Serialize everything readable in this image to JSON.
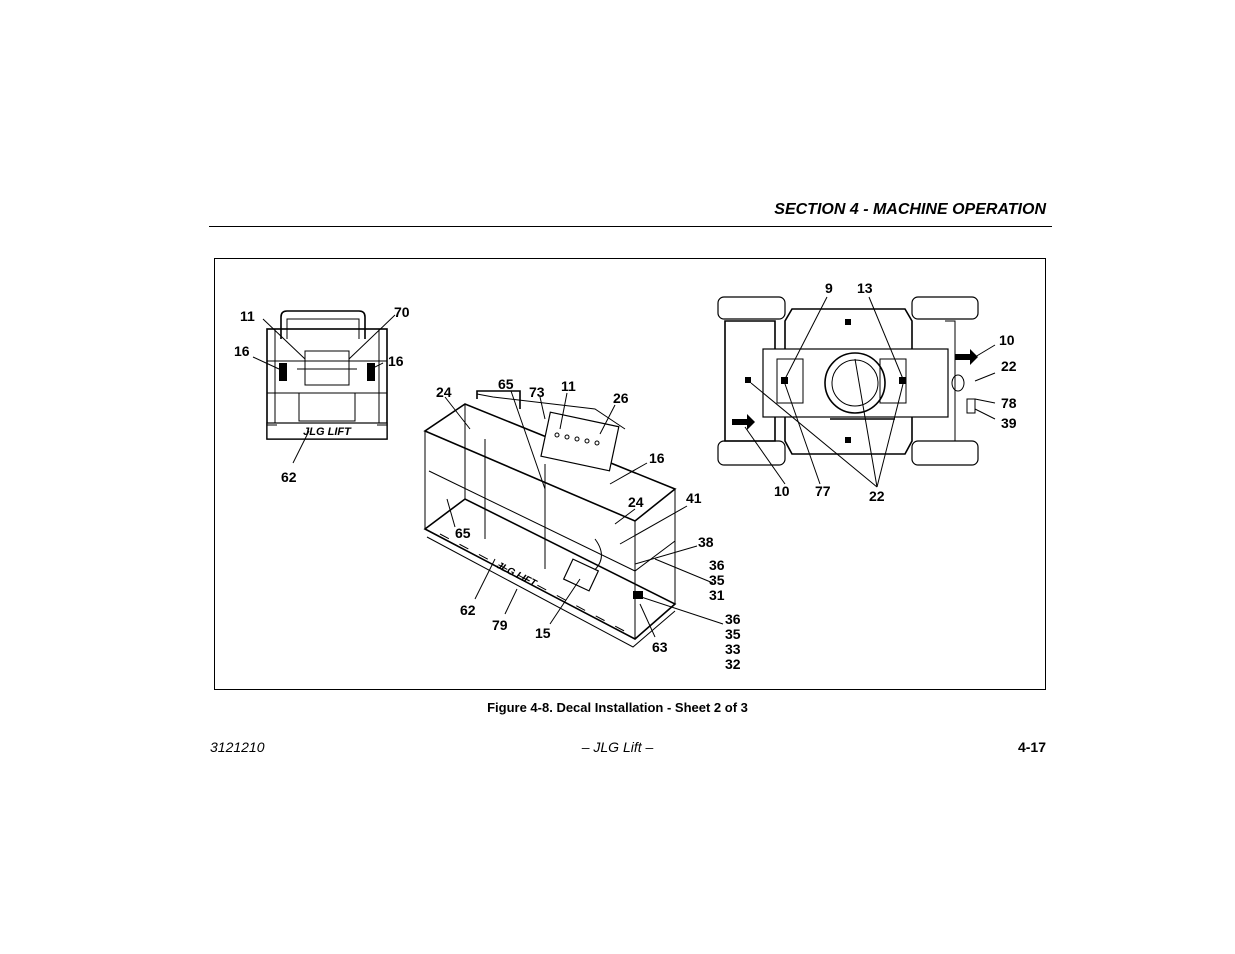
{
  "header": {
    "section_title": "SECTION 4 - MACHINE OPERATION"
  },
  "figure": {
    "caption": "Figure 4-8. Decal Installation - Sheet 2 of 3",
    "brand_mark": "JLG LIFT",
    "callouts": {
      "front_view": [
        "11",
        "70",
        "16",
        "16",
        "62"
      ],
      "platform_view": [
        "24",
        "65",
        "73",
        "11",
        "26",
        "16",
        "24",
        "41",
        "38",
        "65",
        "36",
        "35",
        "31",
        "62",
        "79",
        "15",
        "63",
        "36",
        "35",
        "33",
        "32"
      ],
      "top_view": [
        "9",
        "13",
        "10",
        "22",
        "78",
        "39",
        "10",
        "77",
        "22"
      ]
    }
  },
  "footer": {
    "doc_number": "3121210",
    "center": "– JLG Lift –",
    "page": "4-17"
  }
}
